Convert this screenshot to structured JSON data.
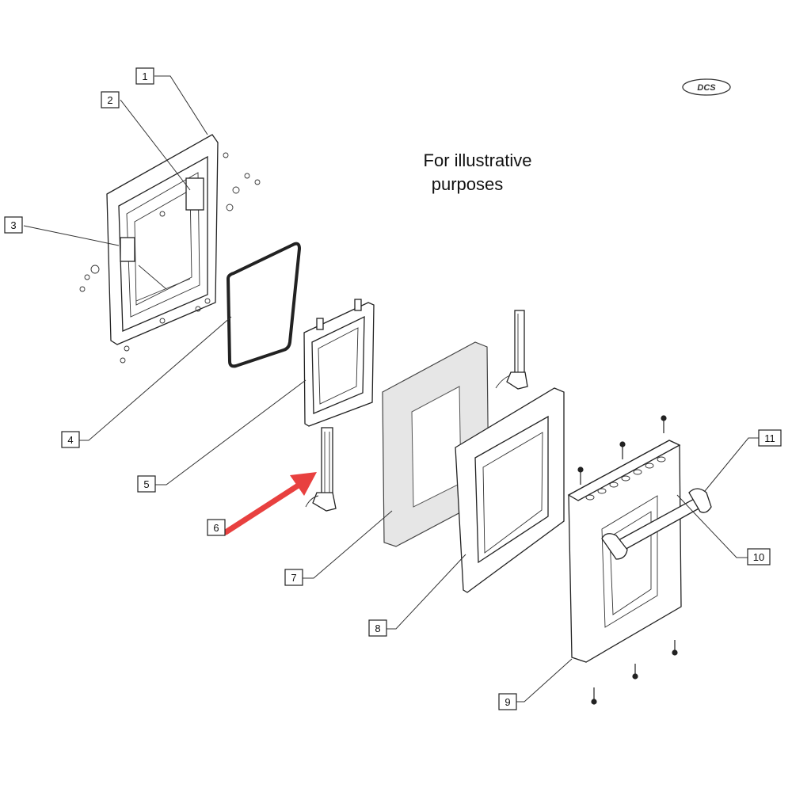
{
  "caption": {
    "line1": "For illustrative",
    "line2": "purposes"
  },
  "logo": {
    "text": "DCS"
  },
  "callouts": [
    {
      "id": "1",
      "label": "1"
    },
    {
      "id": "2",
      "label": "2"
    },
    {
      "id": "3",
      "label": "3"
    },
    {
      "id": "4",
      "label": "4"
    },
    {
      "id": "5",
      "label": "5"
    },
    {
      "id": "6",
      "label": "6"
    },
    {
      "id": "7",
      "label": "7"
    },
    {
      "id": "8",
      "label": "8"
    },
    {
      "id": "9",
      "label": "9"
    },
    {
      "id": "10",
      "label": "10"
    },
    {
      "id": "11",
      "label": "11"
    }
  ],
  "highlight": {
    "target_callout": "6",
    "arrow_color": "#e8403f"
  }
}
